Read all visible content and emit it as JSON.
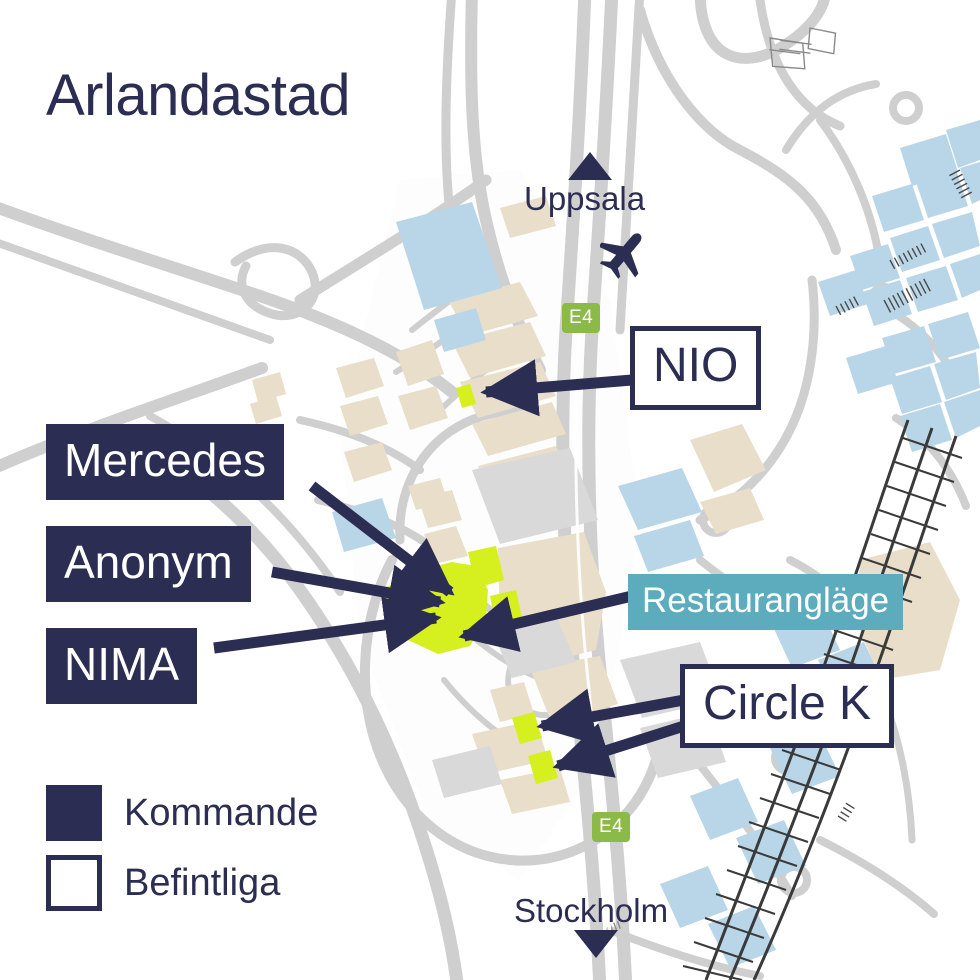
{
  "title": "Arlandastad",
  "colors": {
    "navy": "#2b2d52",
    "lime": "#d5ef1f",
    "teal": "#5cacbd",
    "road_green": "#8cba48",
    "building_blue": "#b9d6e8",
    "building_beige": "#e8dec9",
    "building_grey": "#d9d9d9",
    "road_grey": "#cfcfcf",
    "background": "#ffffff"
  },
  "callouts": [
    {
      "id": "nio",
      "label": "NIO",
      "style": "outline"
    },
    {
      "id": "mercedes",
      "label": "Mercedes",
      "style": "filled"
    },
    {
      "id": "anonym",
      "label": "Anonym",
      "style": "filled"
    },
    {
      "id": "nima",
      "label": "NIMA",
      "style": "filled"
    },
    {
      "id": "restauranglage",
      "label": "Restaurangläge",
      "style": "teal"
    },
    {
      "id": "circlek",
      "label": "Circle K",
      "style": "outline"
    }
  ],
  "directions": [
    {
      "id": "uppsala",
      "label": "Uppsala",
      "arrow": "up"
    },
    {
      "id": "stockholm",
      "label": "Stockholm",
      "arrow": "down"
    }
  ],
  "road_shields": [
    {
      "id": "e4-north",
      "label": "E4"
    },
    {
      "id": "e4-south",
      "label": "E4"
    }
  ],
  "icons": {
    "airport": "airplane-icon",
    "arrow_up": "triangle-up-icon",
    "arrow_down": "triangle-down-icon"
  },
  "legend": {
    "items": [
      {
        "id": "kommande",
        "label": "Kommande",
        "swatch": "filled"
      },
      {
        "id": "befintliga",
        "label": "Befintliga",
        "swatch": "outline"
      }
    ]
  }
}
